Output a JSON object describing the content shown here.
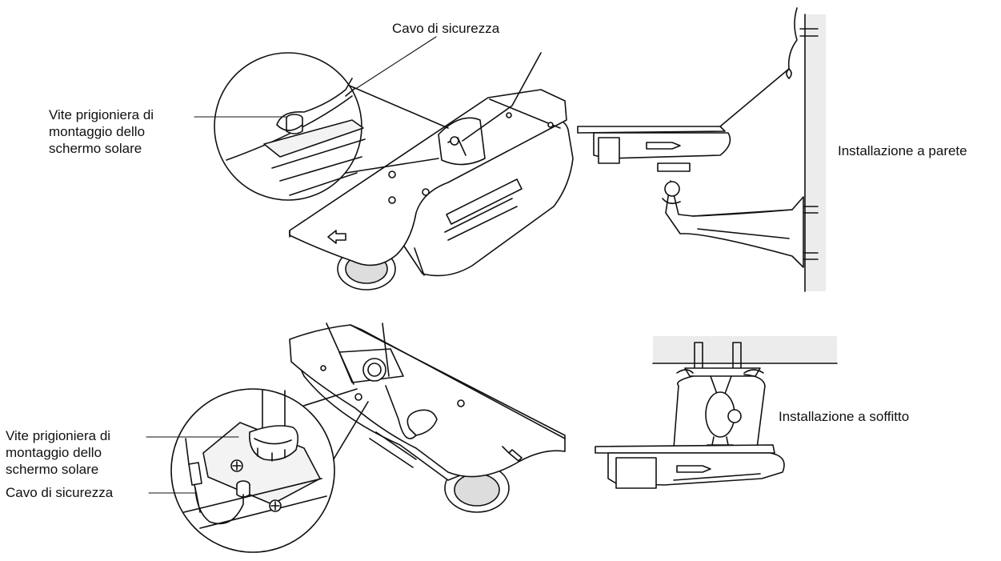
{
  "labels": {
    "wall_cable": "Cavo di sicurezza",
    "wall_screw": "Vite prigioniera di\nmontaggio dello\nschermo solare",
    "wall_caption": "Installazione a parete",
    "ceiling_screw": "Vite prigioniera di\nmontaggio dello\nschermo solare",
    "ceiling_cable": "Cavo di sicurezza",
    "ceiling_caption": "Installazione a soffitto"
  },
  "colors": {
    "line": "#111111",
    "fill": "#ffffff",
    "surface": "#ececec",
    "shade": "#cfcfcf"
  }
}
